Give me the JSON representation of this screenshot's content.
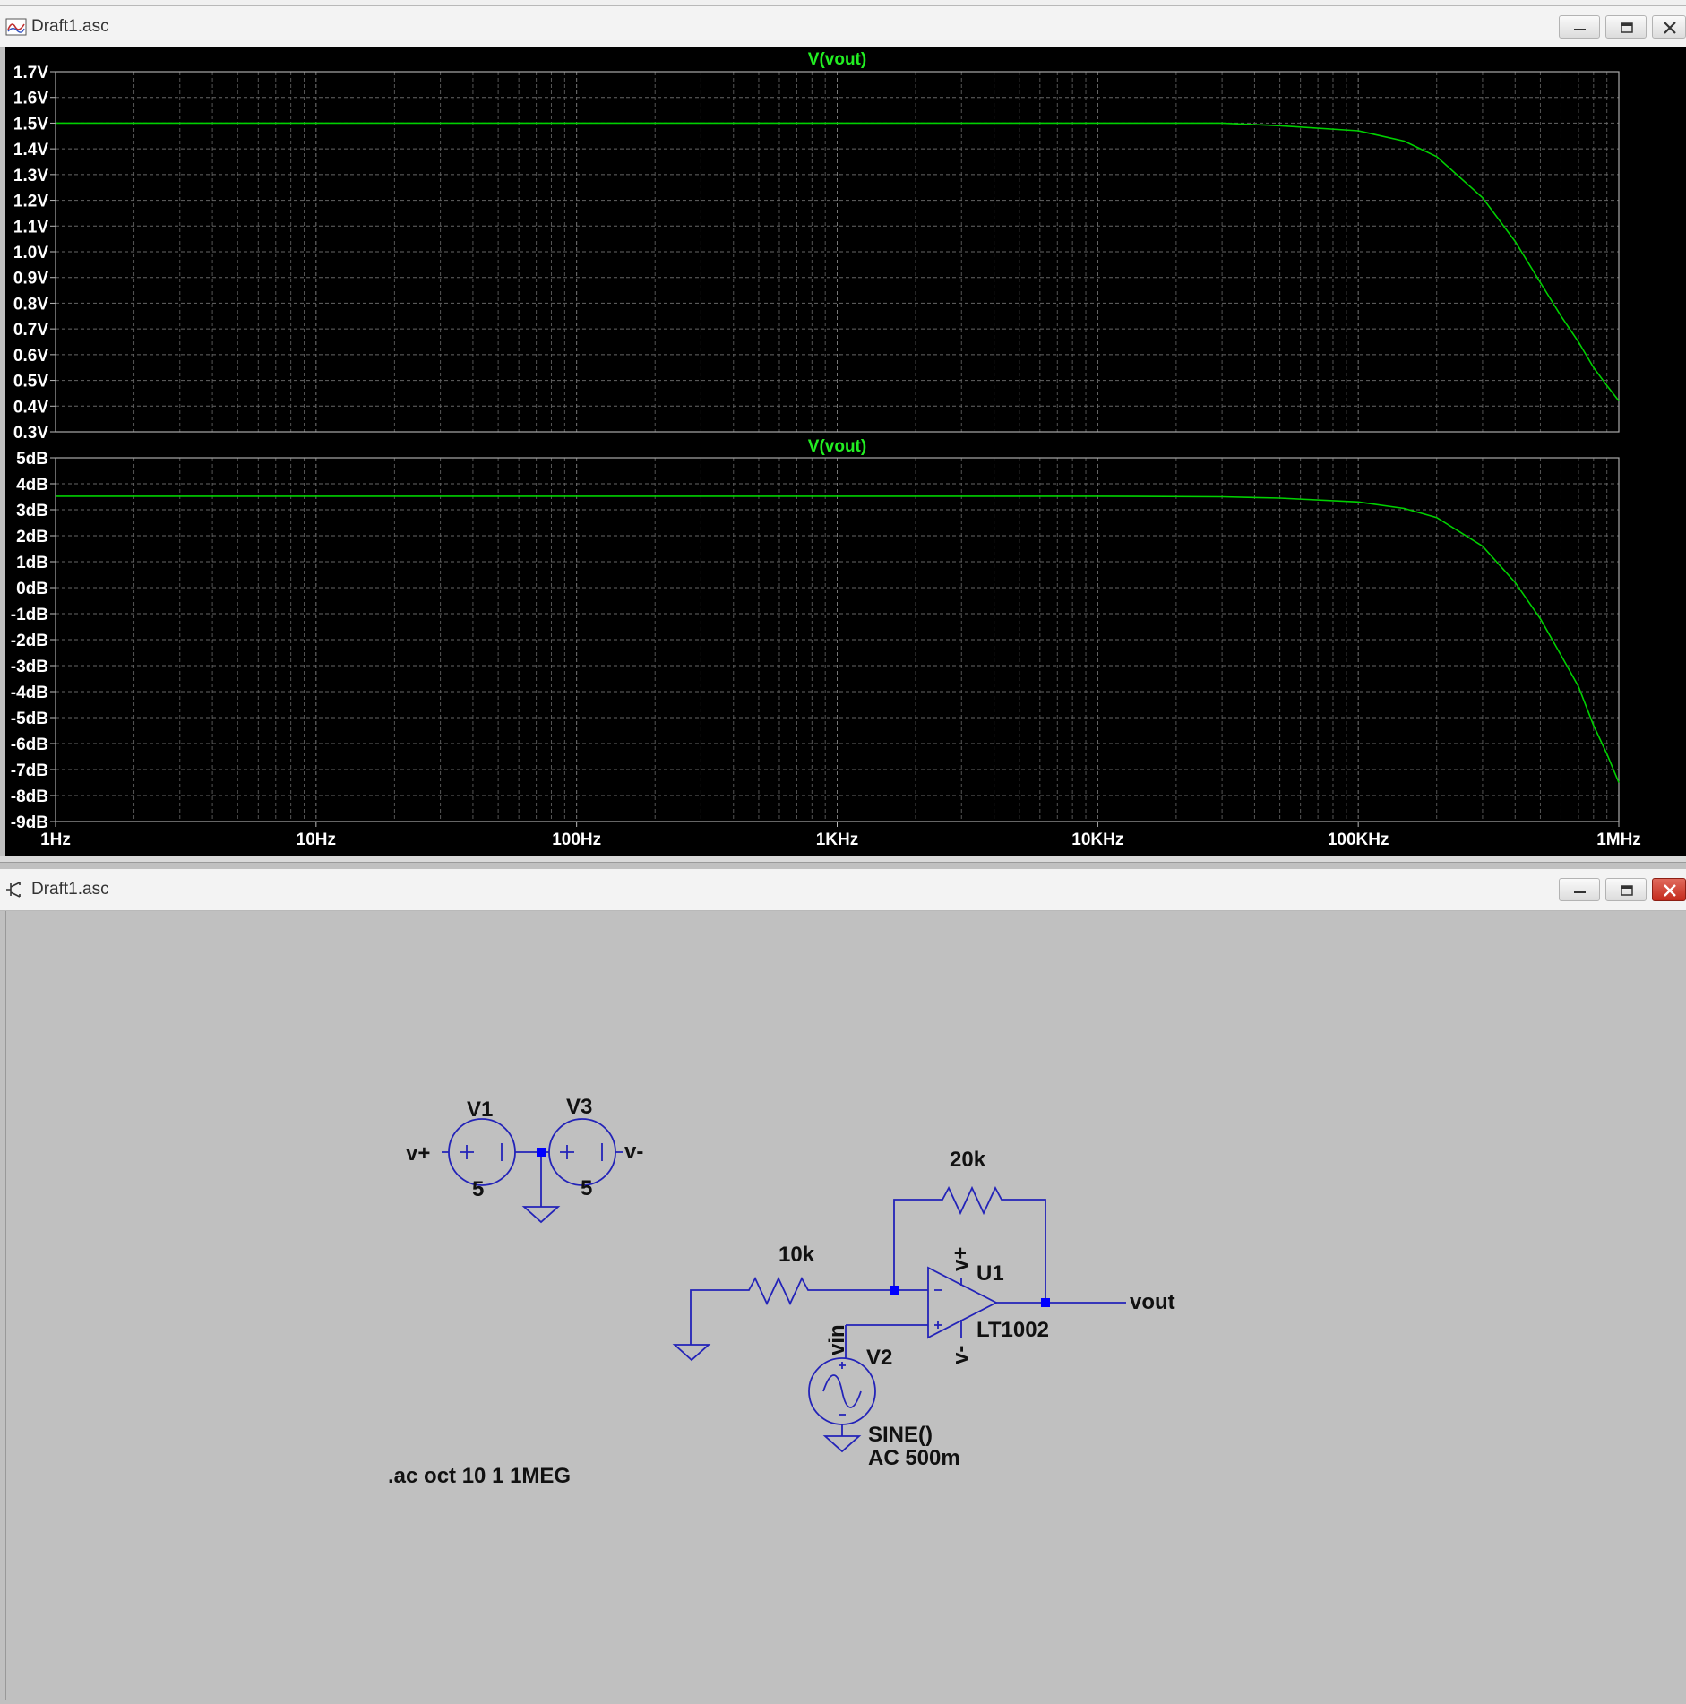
{
  "plot_window": {
    "title": "Draft1.asc"
  },
  "schematic_window": {
    "title": "Draft1.asc"
  },
  "chart_data": [
    {
      "type": "line",
      "title": "V(vout)",
      "xscale": "log",
      "xlim": [
        1,
        1000000
      ],
      "x_ticks": [
        "1Hz",
        "10Hz",
        "100Hz",
        "1KHz",
        "10KHz",
        "100KHz",
        "1MHz"
      ],
      "ylim": [
        0.3,
        1.7
      ],
      "y_ticks": [
        "1.7V",
        "1.6V",
        "1.5V",
        "1.4V",
        "1.3V",
        "1.2V",
        "1.1V",
        "1.0V",
        "0.9V",
        "0.8V",
        "0.7V",
        "0.6V",
        "0.5V",
        "0.4V",
        "0.3V"
      ],
      "grid": true,
      "line_color": "#00d000",
      "series": [
        {
          "name": "V(vout)",
          "x": [
            1,
            1000,
            10000,
            30000,
            50000,
            100000,
            150000,
            200000,
            300000,
            400000,
            500000,
            600000,
            700000,
            800000,
            900000,
            1000000
          ],
          "values": [
            1.5,
            1.5,
            1.5,
            1.5,
            1.49,
            1.47,
            1.43,
            1.37,
            1.21,
            1.04,
            0.88,
            0.75,
            0.65,
            0.55,
            0.48,
            0.42
          ]
        }
      ]
    },
    {
      "type": "line",
      "title": "V(vout)",
      "xscale": "log",
      "xlim": [
        1,
        1000000
      ],
      "x_ticks": [
        "1Hz",
        "10Hz",
        "100Hz",
        "1KHz",
        "10KHz",
        "100KHz",
        "1MHz"
      ],
      "ylim": [
        -9,
        5
      ],
      "y_ticks": [
        "5dB",
        "4dB",
        "3dB",
        "2dB",
        "1dB",
        "0dB",
        "-1dB",
        "-2dB",
        "-3dB",
        "-4dB",
        "-5dB",
        "-6dB",
        "-7dB",
        "-8dB",
        "-9dB"
      ],
      "grid": true,
      "line_color": "#00d000",
      "series": [
        {
          "name": "V(vout)",
          "x": [
            1,
            1000,
            10000,
            30000,
            50000,
            100000,
            150000,
            200000,
            300000,
            400000,
            500000,
            600000,
            700000,
            800000,
            900000,
            1000000
          ],
          "values": [
            3.52,
            3.52,
            3.52,
            3.5,
            3.45,
            3.3,
            3.05,
            2.7,
            1.6,
            0.2,
            -1.2,
            -2.6,
            -3.8,
            -5.3,
            -6.4,
            -7.5
          ]
        }
      ]
    }
  ],
  "schematic": {
    "line_color": "#2323b8",
    "components": {
      "v1_name": "V1",
      "v1_value": "5",
      "v3_name": "V3",
      "v3_value": "5",
      "v1_net": "v+",
      "v3_net": "v-",
      "feedback_resistor": "20k",
      "input_resistor": "10k",
      "opamp_name": "U1",
      "opamp_model": "LT1002",
      "opamp_pos_supply": "v+",
      "opamp_neg_supply": "v-",
      "output_net": "vout",
      "input_net": "vin",
      "v2_name": "V2",
      "v2_value_line1": "SINE()",
      "v2_value_line2": "AC 500m"
    },
    "directive": ".ac oct 10 1 1MEG"
  }
}
